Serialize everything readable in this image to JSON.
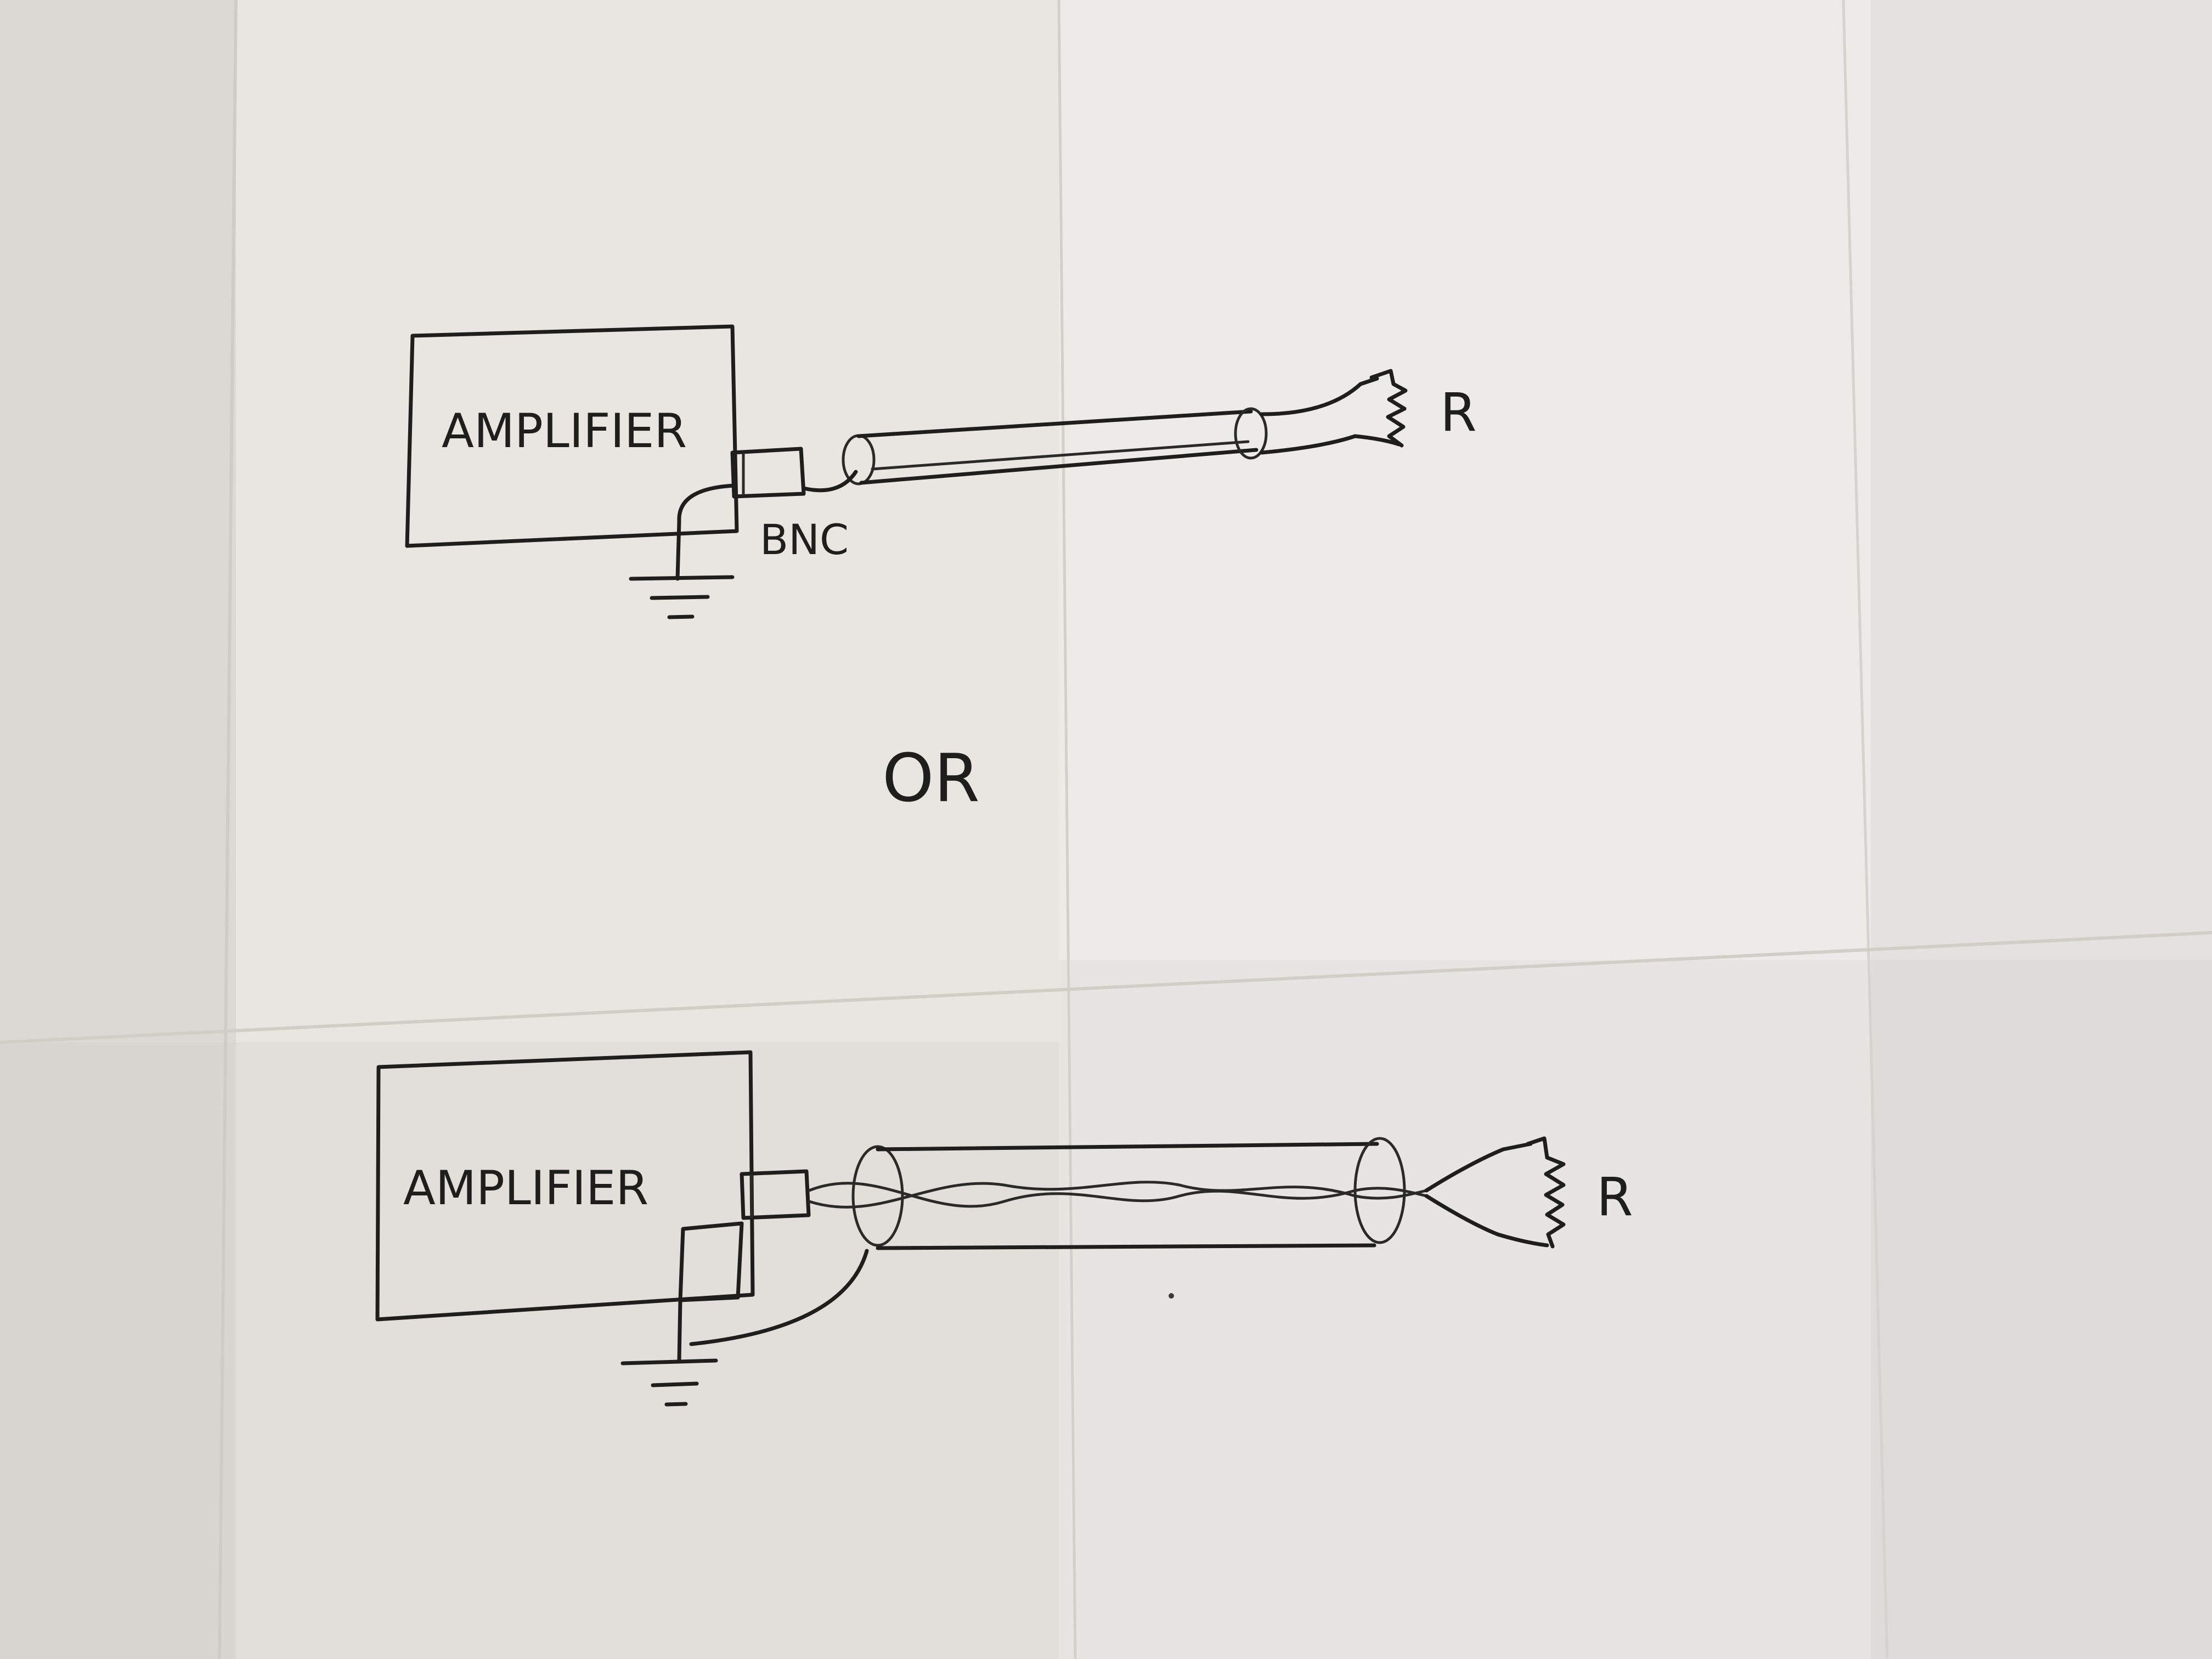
{
  "diagram": {
    "top": {
      "amplifier_label": "AMPLIFIER",
      "connector_label": "BNC",
      "resistor_label": "R"
    },
    "separator_label": "OR",
    "bottom": {
      "amplifier_label": "AMPLIFIER",
      "resistor_label": "R"
    }
  },
  "colors": {
    "paper": "#e8e5e0",
    "ink": "#1e1e1c"
  }
}
